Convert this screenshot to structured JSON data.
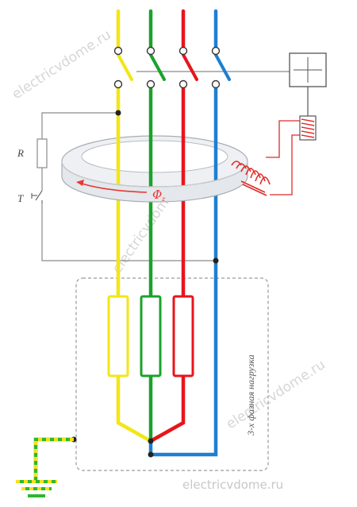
{
  "labels": {
    "resistor": "R",
    "test_button": "T",
    "flux_symbol": "Φ",
    "flux_subscript": "z",
    "load": "3-х фазная нагрузка"
  },
  "watermark": {
    "text": "electricvdome.ru"
  },
  "colors": {
    "phase_yellow": "#f2e616",
    "phase_green": "#1aa32a",
    "phase_red": "#e8141c",
    "neutral_blue": "#1e7fd0",
    "ground_green": "#2eb82e",
    "ground_yellow": "#f5e21a",
    "control_wire": "#8a8a8a",
    "coil_wire": "#e02a2a",
    "toroid_flux": "#e53935"
  }
}
